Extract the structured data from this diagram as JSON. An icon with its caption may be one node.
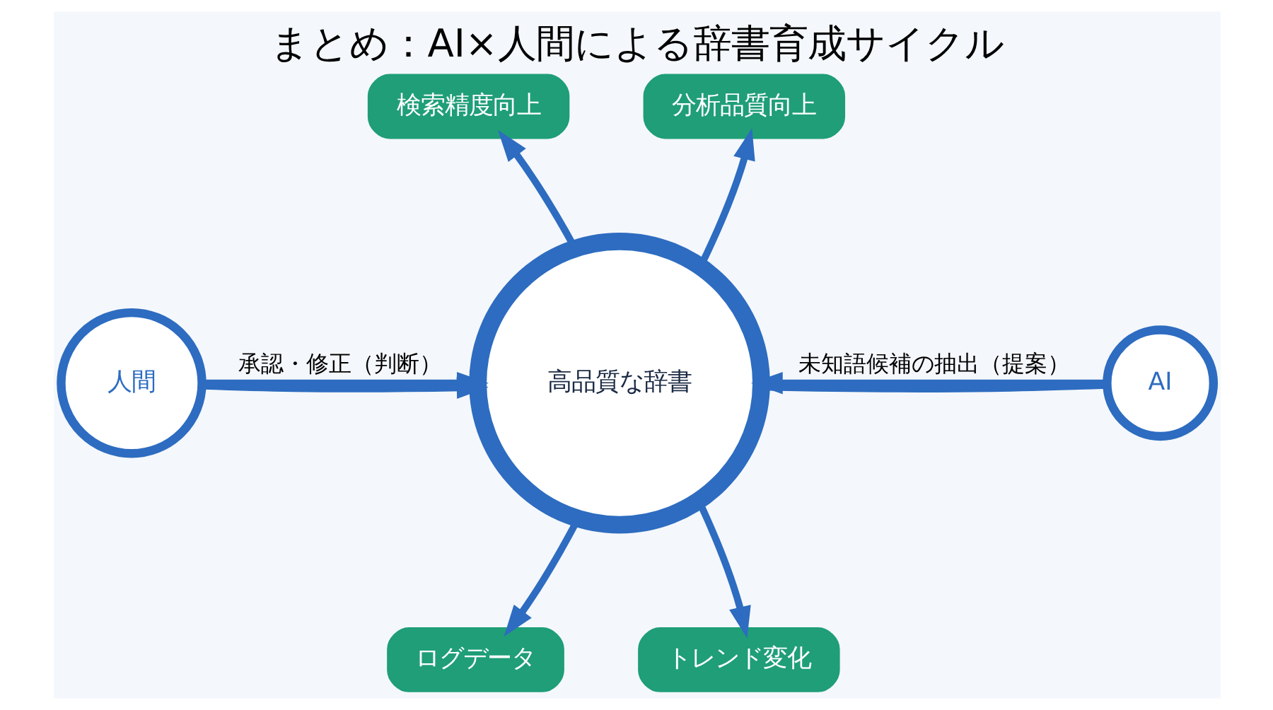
{
  "diagram": {
    "title": "まとめ：AI×人間による辞書育成サイクル",
    "nodes": [
      {
        "text": [
          "検索精度向上"
        ]
      },
      {
        "text": [
          "分析品質向上"
        ]
      },
      {
        "text": [
          "AI"
        ]
      },
      {
        "text": [
          "高品質な辞書"
        ]
      },
      {
        "text": [
          "人間"
        ]
      },
      {
        "text": [
          "ログデータ"
        ]
      },
      {
        "text": [
          "トレンド変化"
        ]
      }
    ],
    "edges": [
      {
        "from": 3,
        "to": 0,
        "arrow": "to"
      },
      {
        "from": 3,
        "to": 1,
        "arrow": "to"
      },
      {
        "from": 2,
        "to": 3,
        "arrow": "to",
        "label": "未知語候補の抽出（提案）"
      },
      {
        "from": 3,
        "to": 2,
        "arrow": "none"
      },
      {
        "from": 4,
        "to": 3,
        "arrow": "to",
        "label": "承認・修正（判断）"
      },
      {
        "from": 4,
        "to": 3,
        "arrow": "to"
      },
      {
        "from": 3,
        "to": 5,
        "arrow": "to"
      },
      {
        "from": 3,
        "to": 6,
        "arrow": "to"
      }
    ]
  }
}
